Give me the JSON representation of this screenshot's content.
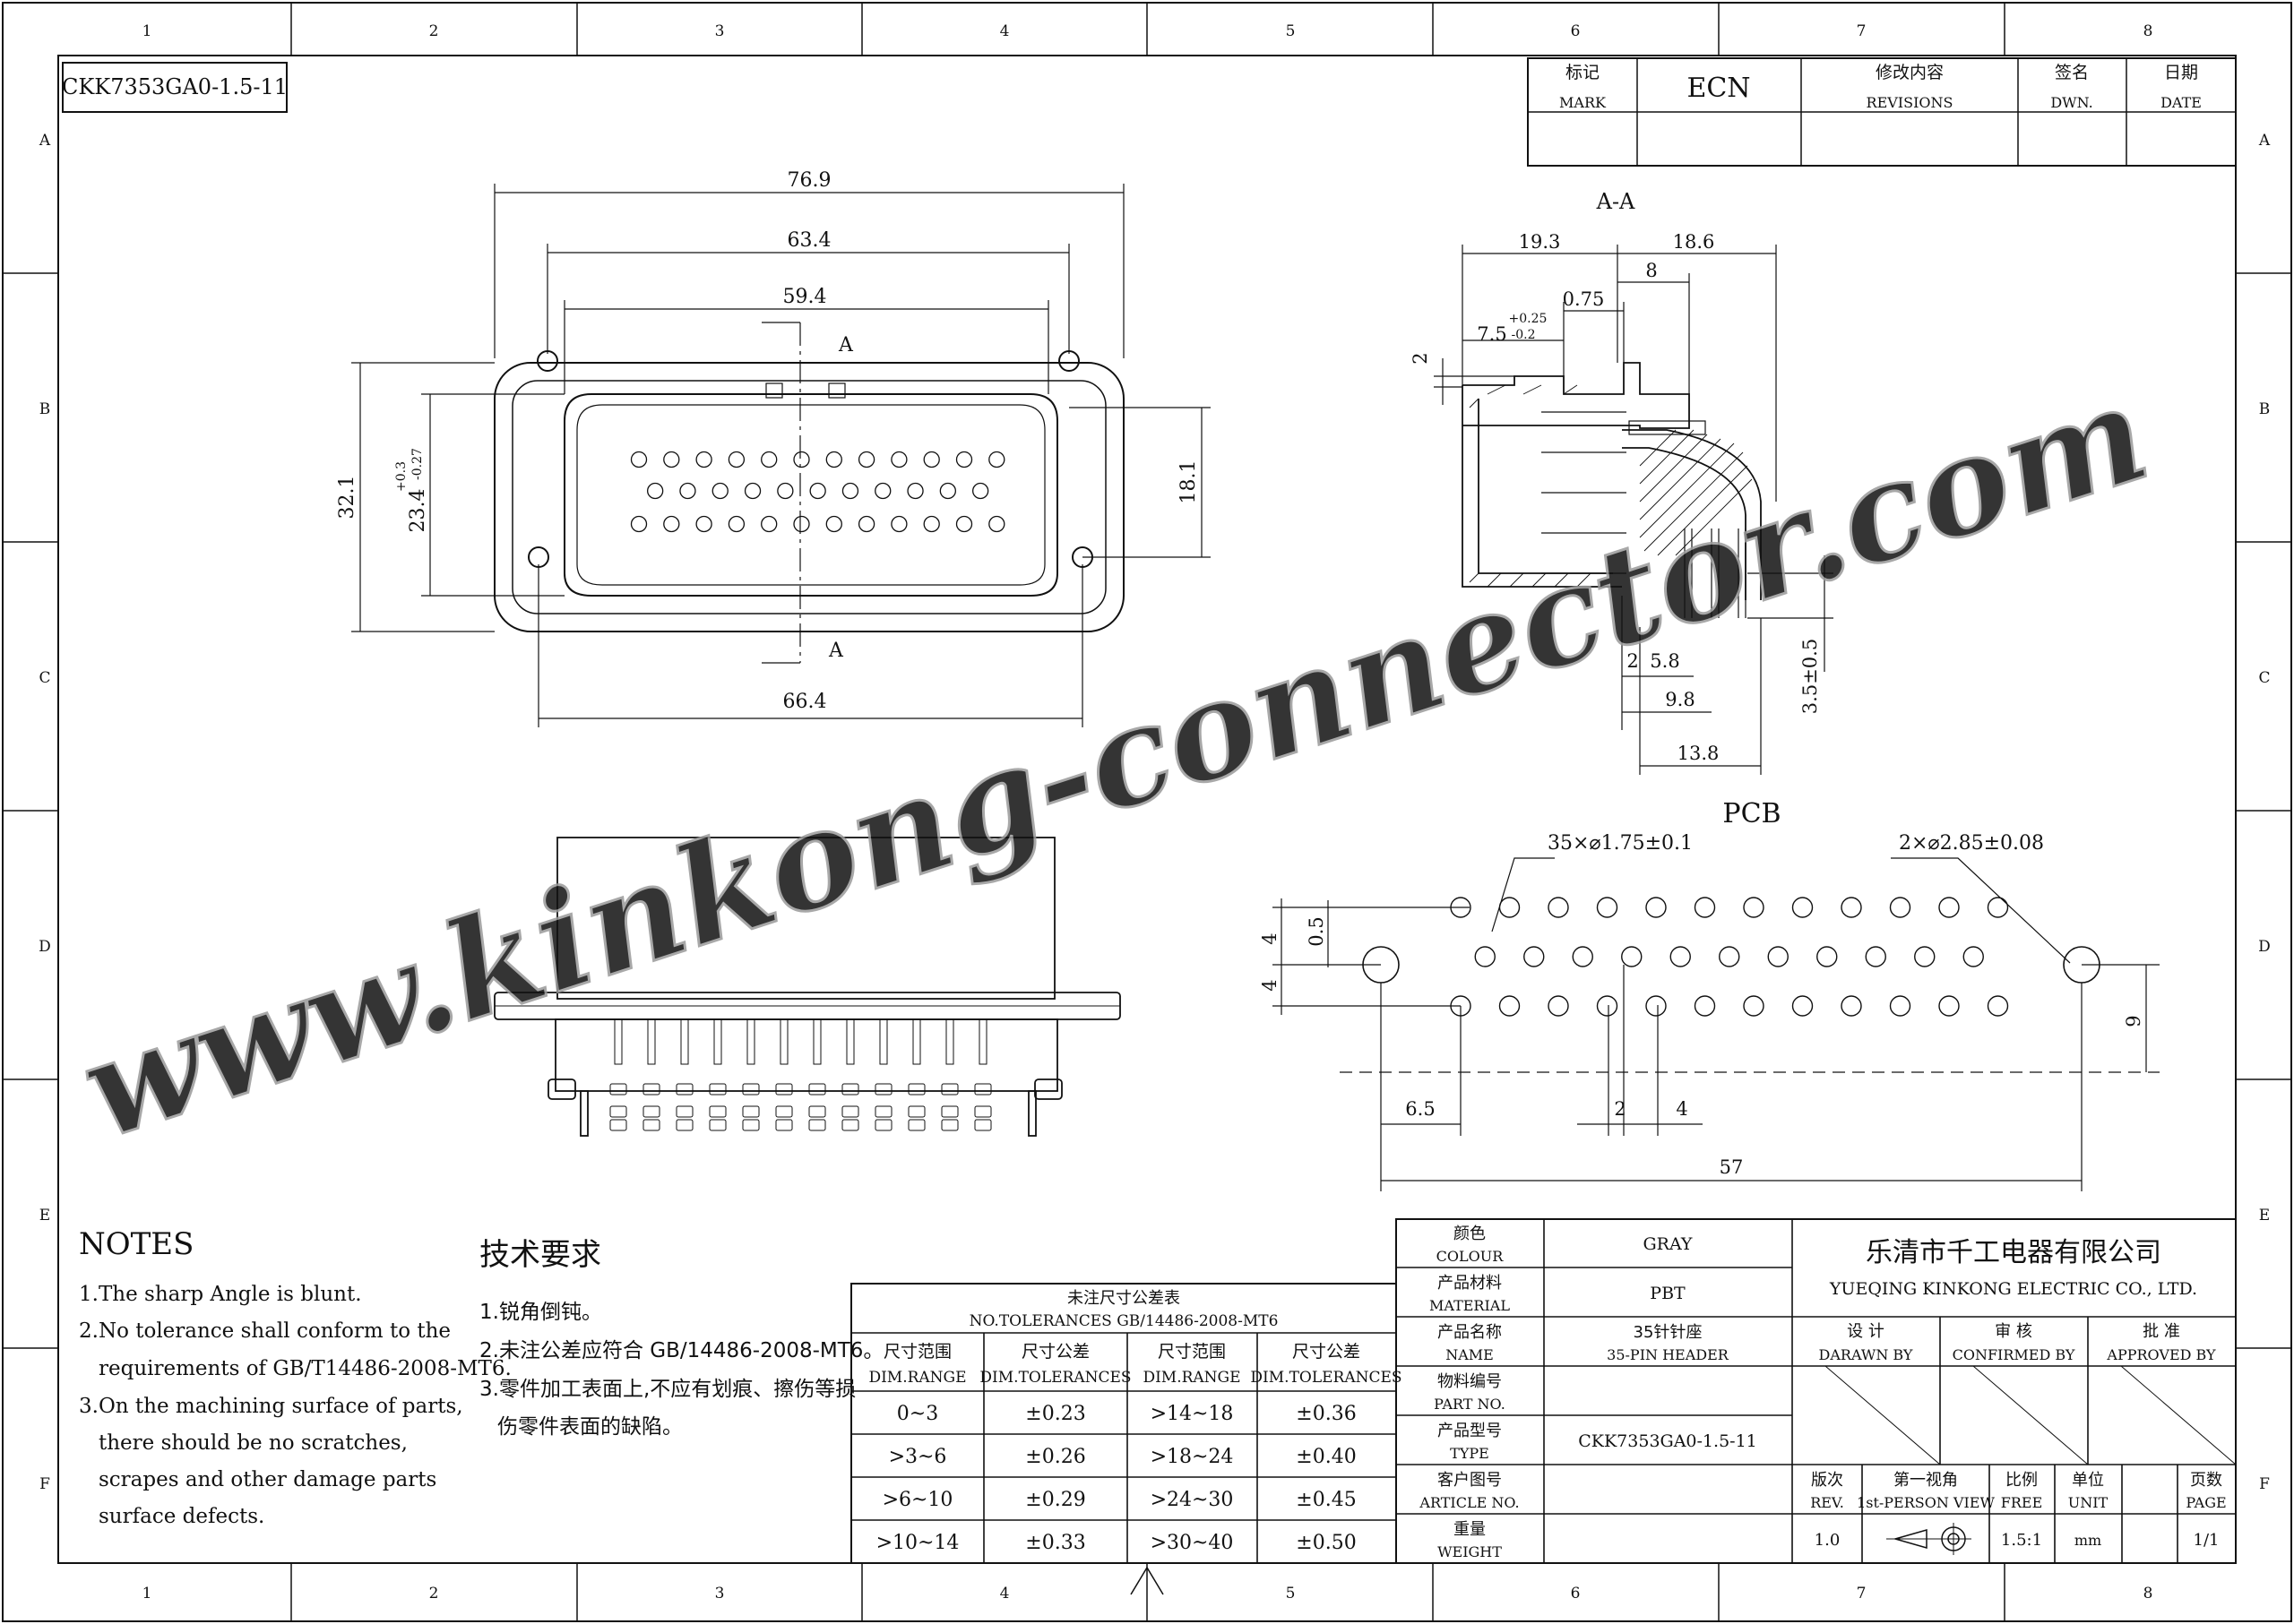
{
  "frame": {
    "col_numbers": [
      "1",
      "2",
      "3",
      "4",
      "5",
      "6",
      "7",
      "8"
    ],
    "row_letters": [
      "A",
      "B",
      "C",
      "D",
      "E",
      "F"
    ]
  },
  "part_number_box": "CKK7353GA0-1.5-11",
  "revision_block": {
    "mark_cn": "标记",
    "mark_en": "MARK",
    "ecn": "ECN",
    "revisions_cn": "修改内容",
    "revisions_en": "REVISIONS",
    "dwn_cn": "签名",
    "dwn_en": "DWN.",
    "date_cn": "日期",
    "date_en": "DATE"
  },
  "front_view": {
    "dims": {
      "overall_width": "76.9",
      "flange_hole_pitch": "63.4",
      "body_width": "59.4",
      "bottom_width": "66.4",
      "overall_height": "32.1",
      "body_height_main": "23.4",
      "body_height_tol_plus": "+0.3",
      "body_height_tol_minus": "-0.27",
      "hole_vertical": "18.1"
    },
    "section_mark_top": "A",
    "section_mark_bottom": "A",
    "pin_rows": [
      12,
      11,
      12
    ]
  },
  "section_view": {
    "title": "A-A",
    "dims": {
      "d19_3": "19.3",
      "d18_6": "18.6",
      "d8": "8",
      "d0_75": "0.75",
      "d7_5": "7.5",
      "tol_plus": "+0.25",
      "tol_minus": "-0.2",
      "d2_vert": "2",
      "d2": "2",
      "d5_8": "5.8",
      "d9_8": "9.8",
      "d13_8": "13.8",
      "d3_5": "3.5±0.5"
    }
  },
  "pcb_view": {
    "title": "PCB",
    "label_pins": "35×⌀1.75±0.1",
    "label_mount": "2×⌀2.85±0.08",
    "dims": {
      "v4a": "4",
      "v0_5": "0.5",
      "v4b": "4",
      "v9": "9",
      "h6_5": "6.5",
      "h2": "2",
      "h4": "4",
      "h57": "57"
    },
    "pin_rows": [
      12,
      11,
      12
    ]
  },
  "watermark": "www.kinkong-connector.com",
  "notes": {
    "title": "NOTES",
    "items": [
      "1.The sharp Angle is blunt.",
      "2.No tolerance shall conform to the",
      "requirements of GB/T14486-2008-MT6.",
      "3.On the machining surface of parts,",
      "there should be no scratches,",
      "scrapes and other damage parts",
      "surface defects."
    ]
  },
  "notes_cn": {
    "title": "技术要求",
    "items": [
      "1.锐角倒钝。",
      "2.未注公差应符合 GB/14486-2008-MT6。",
      "3.零件加工表面上,不应有划痕、擦伤等损",
      "伤零件表面的缺陷。"
    ]
  },
  "tolerance_table": {
    "title_cn": "未注尺寸公差表",
    "title_en": "NO.TOLERANCES GB/14486-2008-MT6",
    "headers_cn": [
      "尺寸范围",
      "尺寸公差",
      "尺寸范围",
      "尺寸公差"
    ],
    "headers_en": [
      "DIM.RANGE",
      "DIM.TOLERANCES",
      "DIM.RANGE",
      "DIM.TOLERANCES"
    ],
    "rows": [
      [
        "0~3",
        "±0.23",
        ">14~18",
        "±0.36"
      ],
      [
        ">3~6",
        "±0.26",
        ">18~24",
        "±0.40"
      ],
      [
        ">6~10",
        "±0.29",
        ">24~30",
        "±0.45"
      ],
      [
        ">10~14",
        "±0.33",
        ">30~40",
        "±0.50"
      ]
    ]
  },
  "title_block": {
    "colour_cn": "颜色",
    "colour_en": "COLOUR",
    "colour_val": "GRAY",
    "material_cn": "产品材料",
    "material_en": "MATERIAL",
    "material_val": "PBT",
    "name_cn": "产品名称",
    "name_en": "NAME",
    "name_val_cn": "35针针座",
    "name_val_en": "35-PIN HEADER",
    "partno_cn": "物料编号",
    "partno_en": "PART NO.",
    "type_cn": "产品型号",
    "type_en": "TYPE",
    "type_val": "CKK7353GA0-1.5-11",
    "article_cn": "客户图号",
    "article_en": "ARTICLE NO.",
    "weight_cn": "重量",
    "weight_en": "WEIGHT",
    "company_cn": "乐清市千工电器有限公司",
    "company_en": "YUEQING KINKONG ELECTRIC CO., LTD.",
    "drawn_cn": "设 计",
    "drawn_en": "DARAWN BY",
    "confirmed_cn": "审 核",
    "confirmed_en": "CONFIRMED BY",
    "approved_cn": "批 准",
    "approved_en": "APPROVED BY",
    "rev_cn": "版次",
    "rev_en": "REV.",
    "rev_val": "1.0",
    "view_cn": "第一视角",
    "view_en": "1st-PERSON VIEW",
    "scale_cn": "比例",
    "scale_en": "FREE",
    "scale_val": "1.5:1",
    "unit_cn": "单位",
    "unit_en": "UNIT",
    "unit_val": "mm",
    "page_cn": "页数",
    "page_en": "PAGE",
    "page_val": "1/1"
  }
}
